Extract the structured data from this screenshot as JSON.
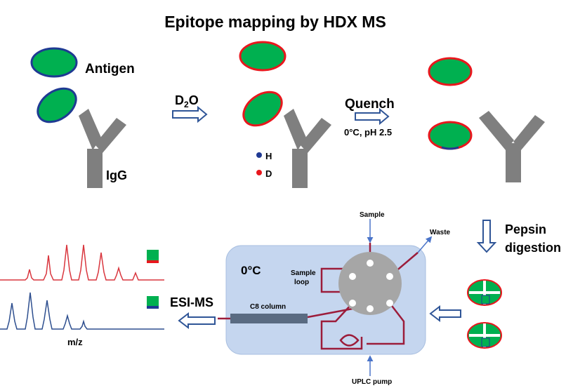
{
  "title": "Epitope mapping by HDX MS",
  "labels": {
    "antigen": "Antigen",
    "igg": "IgG",
    "d2o_main": "D",
    "d2o_sub": "2",
    "d2o_tail": "O",
    "hydrogen": "H",
    "deuterium": "D",
    "quench": "Quench",
    "quench_cond": "0°C, pH 2.5",
    "pepsin_1": "Pepsin",
    "pepsin_2": "digestion",
    "temp": "0°C",
    "sample": "Sample",
    "waste": "Waste",
    "sample_loop_1": "Sample",
    "sample_loop_2": "loop",
    "c8": "C8 column",
    "uplc": "UPLC pump",
    "esi": "ESI-MS",
    "mz": "m/z"
  },
  "colors": {
    "antigen_fill": "#00b050",
    "antigen_outline": "#1f3a93",
    "deuterated_outline": "#e8171d",
    "antibody": "#7f7f7f",
    "arrow_fill": "#ffffff",
    "arrow_stroke": "#2f5597",
    "box_fill": "#c5d6ef",
    "valve_fill": "#a6a6a6",
    "tubing": "#9c1c3a",
    "column": "#5a6b82",
    "spectrum_red": "#d9363e",
    "spectrum_blue": "#2e4f8f"
  }
}
